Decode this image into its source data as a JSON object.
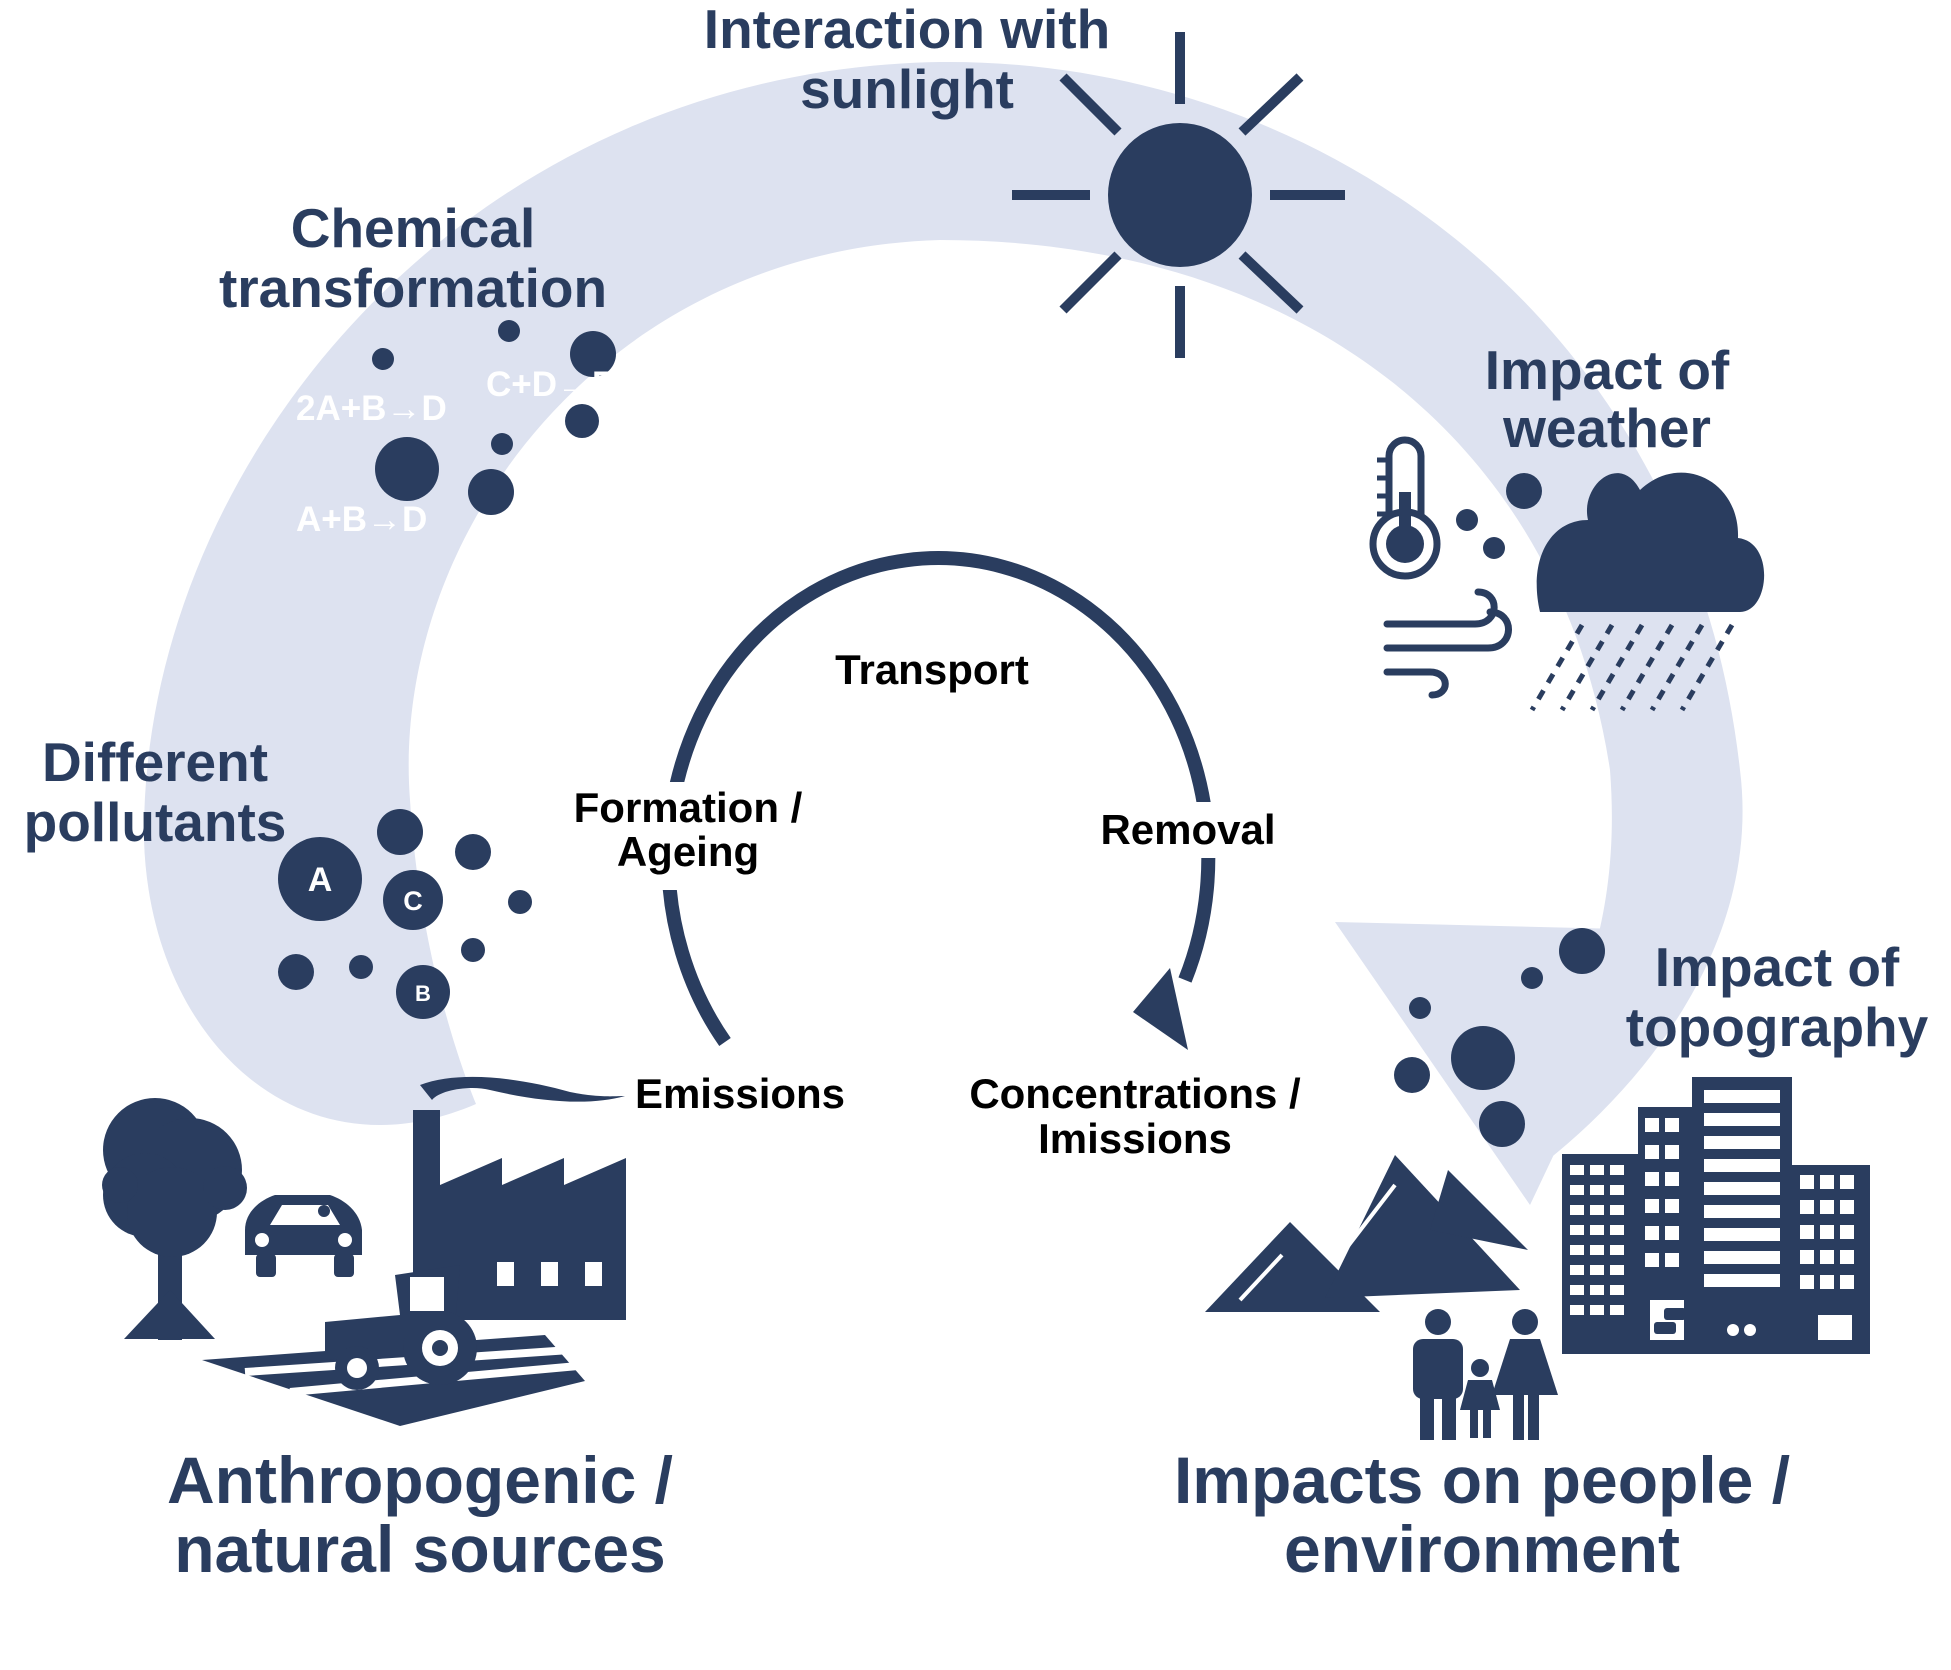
{
  "colors": {
    "dark": "#2a3d5f",
    "band": "#dde2f0",
    "white": "#ffffff",
    "cycle_text": "#000000"
  },
  "labels": {
    "sunlight": [
      "Interaction with",
      "sunlight"
    ],
    "chemical": [
      "Chemical",
      "transformation"
    ],
    "weather": [
      "Impact of",
      "weather"
    ],
    "pollutants": [
      "Different",
      "pollutants"
    ],
    "topography": [
      "Impact of",
      "topography"
    ],
    "sources": [
      "Anthropogenic /",
      "natural sources"
    ],
    "impacts": [
      "Impacts on people /",
      "environment"
    ]
  },
  "equations": [
    "2A+B→D",
    "C+D→E",
    "A+B→D"
  ],
  "pollutant_letters": [
    "A",
    "C",
    "B"
  ],
  "cycle": {
    "transport": "Transport",
    "formation": [
      "Formation /",
      "Ageing"
    ],
    "removal": "Removal",
    "emissions": "Emissions",
    "concentrations": [
      "Concentrations /",
      "Imissions"
    ]
  },
  "icons": [
    "sun-icon",
    "thermometer-icon",
    "wind-icon",
    "rain-cloud-icon",
    "tree-icon",
    "car-icon",
    "factory-icon",
    "tractor-icon",
    "mountains-icon",
    "family-icon",
    "buildings-icon"
  ]
}
